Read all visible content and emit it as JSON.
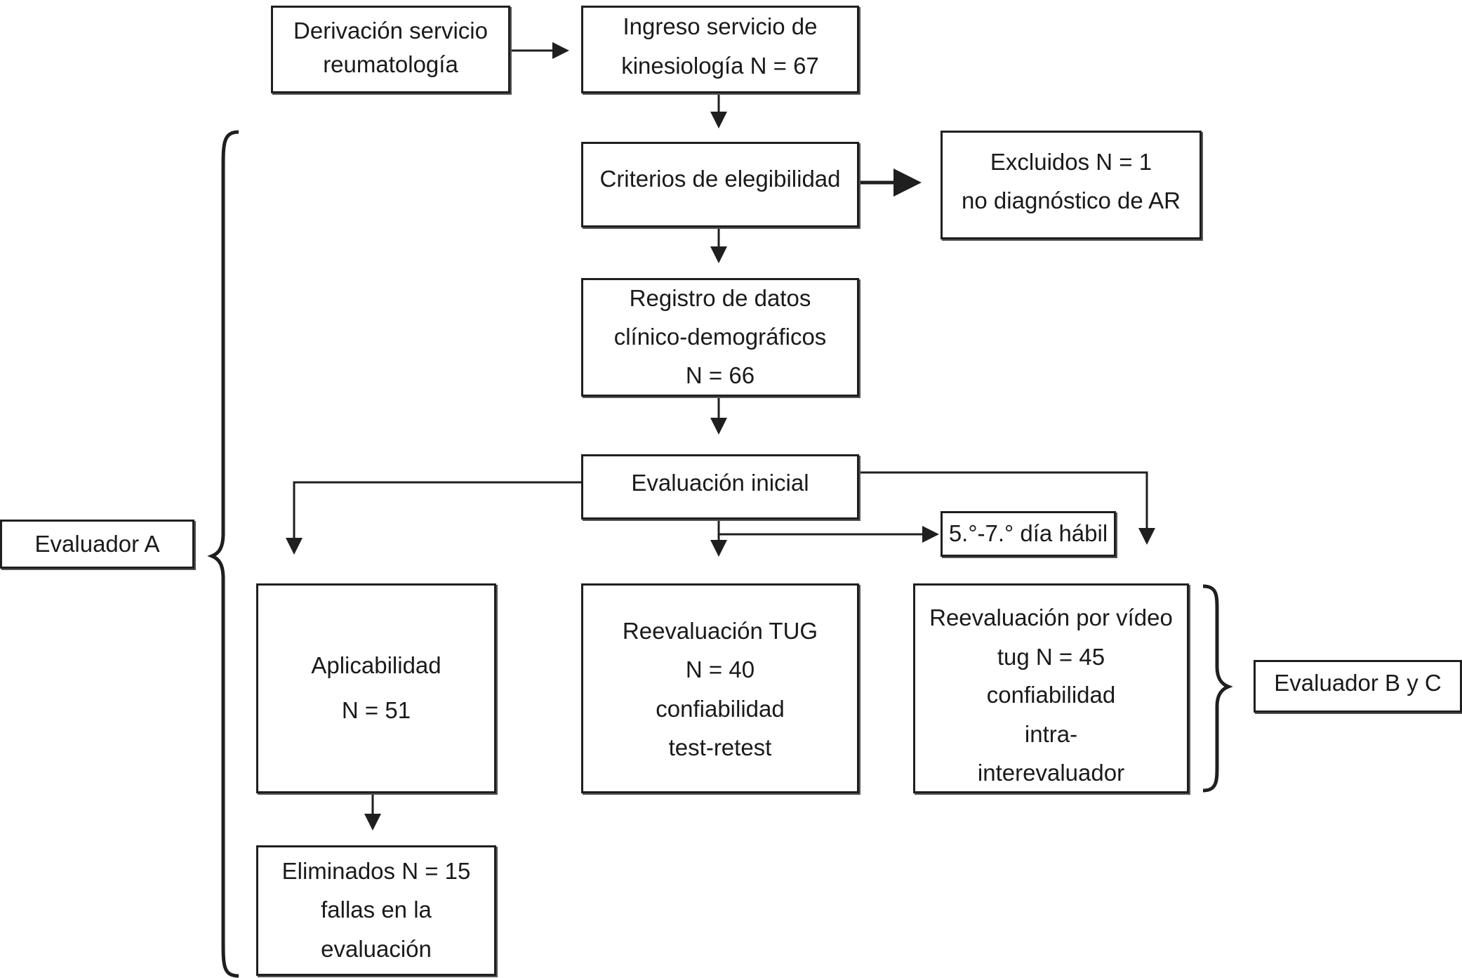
{
  "nodes": {
    "derivacion": [
      "Derivación servicio",
      "reumatología"
    ],
    "ingreso": [
      "Ingreso servicio de",
      "kinesiología N = 67"
    ],
    "criterios": [
      "Criterios de elegibilidad"
    ],
    "excluidos": [
      "Excluidos N = 1",
      "no diagnóstico de AR"
    ],
    "registro": [
      "Registro de datos",
      "clínico-demográficos",
      "N = 66"
    ],
    "evaluacion": [
      "Evaluación inicial"
    ],
    "dia_habil": [
      "5.°-7.° día hábil"
    ],
    "aplicabilidad": [
      "Aplicabilidad",
      "N = 51"
    ],
    "reevaluacion_tug": [
      "Reevaluación TUG",
      "N = 40",
      "confiabilidad",
      "test-retest"
    ],
    "reevaluacion_video": [
      "Reevaluación por vídeo",
      "tug N = 45",
      "confiabilidad",
      "intra-",
      "interevaluador"
    ],
    "eliminados": [
      "Eliminados N = 15",
      "fallas en la",
      "evaluación"
    ],
    "evaluador_a": [
      "Evaluador A"
    ],
    "evaluador_bc": [
      "Evaluador B y C"
    ]
  },
  "style": {
    "line_color": "#1f1f1f"
  }
}
